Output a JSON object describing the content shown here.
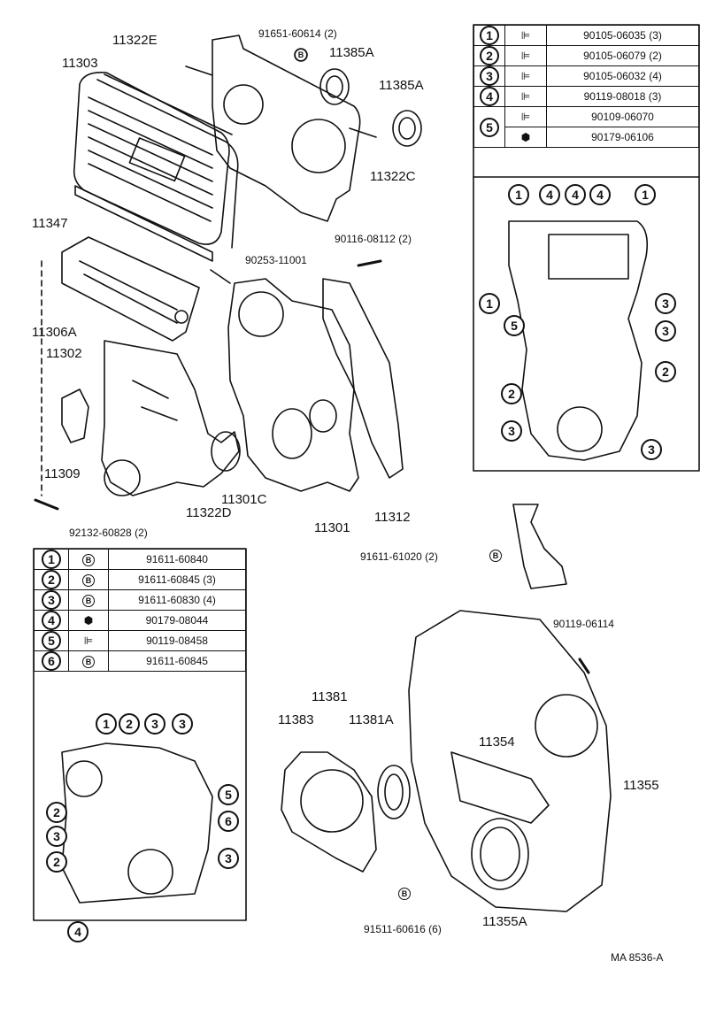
{
  "labels": {
    "p11322E": "11322E",
    "p11303": "11303",
    "p91651": "91651-60614 (2)",
    "p11385A_1": "11385A",
    "p11385A_2": "11385A",
    "p11322C": "11322C",
    "p11347": "11347",
    "p90116": "90116-08112 (2)",
    "p90253": "90253-11001",
    "p11306A": "11306A",
    "p11302": "11302",
    "p11309": "11309",
    "p11301C": "11301C",
    "p11322D": "11322D",
    "p11301": "11301",
    "p11312": "11312",
    "p92132": "92132-60828 (2)",
    "p91611_61020": "91611-61020 (2)",
    "p90119_06114": "90119-06114",
    "p11381": "11381",
    "p11383": "11383",
    "p11381A": "11381A",
    "p11354": "11354",
    "p11355": "11355",
    "p11355A": "11355A",
    "p91511": "91511-60616 (6)",
    "ref": "MA  8536-A",
    "b_mark": "B"
  },
  "table_top": {
    "rows": [
      {
        "no": "1",
        "code": "90105-06035 (3)"
      },
      {
        "no": "2",
        "code": "90105-06079 (2)"
      },
      {
        "no": "3",
        "code": "90105-06032 (4)"
      },
      {
        "no": "4",
        "code": "90119-08018 (3)"
      },
      {
        "no": "5",
        "code": "90109-06070"
      },
      {
        "no": "",
        "code": "90179-06106"
      }
    ]
  },
  "table_bottom": {
    "rows": [
      {
        "no": "1",
        "code": "91611-60840"
      },
      {
        "no": "2",
        "code": "91611-60845 (3)"
      },
      {
        "no": "3",
        "code": "91611-60830 (4)"
      },
      {
        "no": "4",
        "code": "90179-08044"
      },
      {
        "no": "5",
        "code": "90119-08458"
      },
      {
        "no": "6",
        "code": "91611-60845"
      }
    ]
  },
  "callouts_top": [
    "1",
    "4",
    "4",
    "4",
    "1",
    "1",
    "3",
    "5",
    "3",
    "2",
    "2",
    "3",
    "3"
  ],
  "callouts_bottom": [
    "1",
    "2",
    "3",
    "3",
    "2",
    "3",
    "5",
    "6",
    "2",
    "3",
    "4"
  ]
}
